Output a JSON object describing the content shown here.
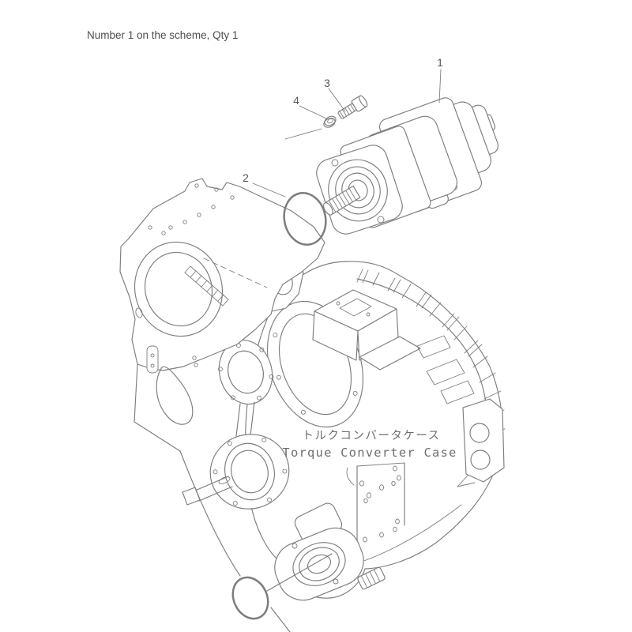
{
  "note": {
    "text": "Number 1 on the scheme, Qty 1"
  },
  "diagram": {
    "callouts": [
      {
        "label": "1"
      },
      {
        "label": "2"
      },
      {
        "label": "3"
      },
      {
        "label": "4"
      }
    ],
    "labels": {
      "japanese": "トルクコンバータケース",
      "english": "Torque Converter Case"
    },
    "colors": {
      "line": "#7d7d7d",
      "note_text": "#4d4d4d",
      "label_text": "#6e6e6e",
      "background": "#ffffff"
    }
  }
}
